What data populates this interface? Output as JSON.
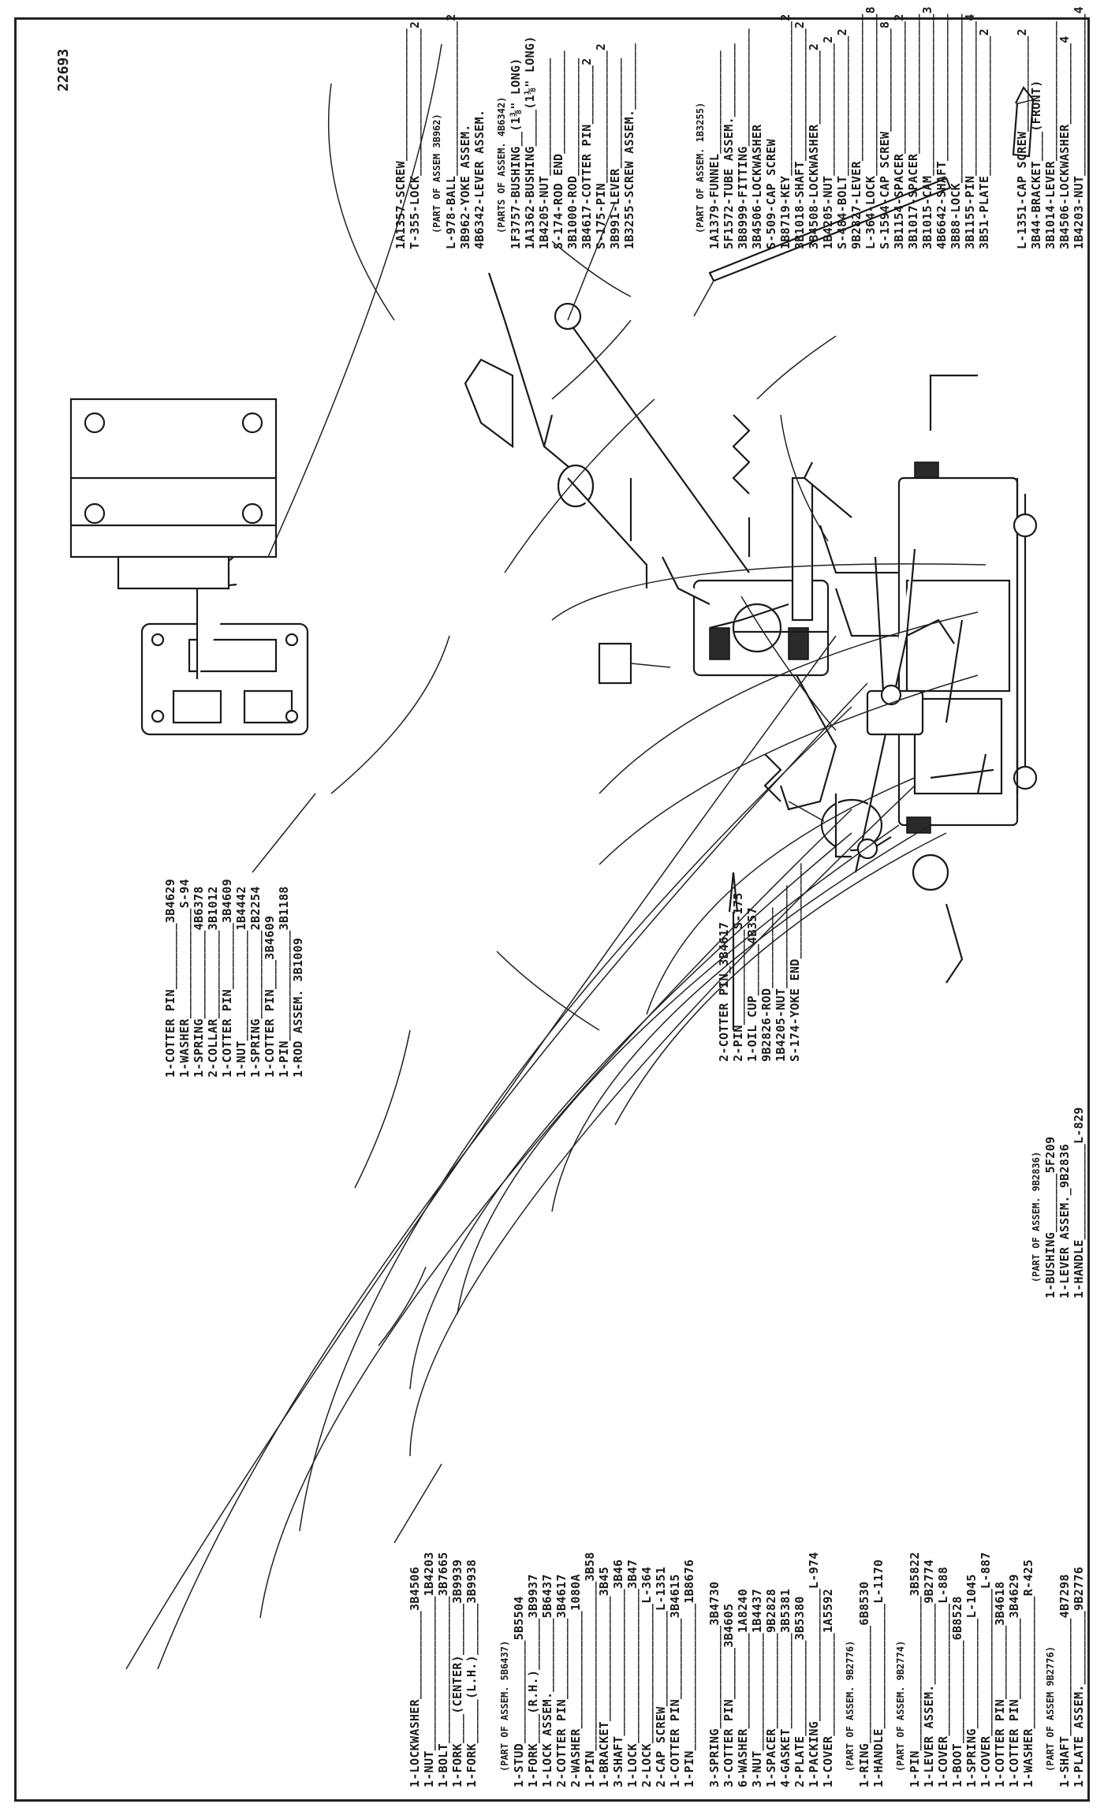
{
  "drawing_number": "22693",
  "left_group_a": [
    {
      "text": "1-PLATE ASSEM.__________9B2776"
    },
    {
      "text": "1-SHAFT________________4B7298"
    },
    {
      "note": "(PART OF ASSEM 9B2776)"
    }
  ],
  "left_group_b": [
    {
      "text": "1-WASHER__________________R-425"
    },
    {
      "text": "1-COTTER PIN___________3B4629"
    },
    {
      "text": "1-COTTER PIN__________3B4618"
    },
    {
      "text": "1-COVER____________________L-887"
    },
    {
      "text": "1-SPRING_______________L-1045"
    },
    {
      "text": "1-BOOT______________6B8528"
    },
    {
      "text": "1-COVER__________________L-888"
    },
    {
      "text": "1-LEVER ASSEM.___________9B2774"
    },
    {
      "text": "1-PIN_____________________3B5822"
    },
    {
      "note": "(PART OF ASSEM. 9B2774)"
    }
  ],
  "left_group_c": [
    {
      "text": "1-HANDLE_________________L-1170"
    },
    {
      "text": "1-RING________________6B8530"
    },
    {
      "note": "(PART OF ASSEM. 9B2776)"
    }
  ],
  "left_group_d": [
    {
      "text": "1-COVER______________1A5592"
    },
    {
      "text": "1-PACKING__________________L-974"
    },
    {
      "text": "2-PLATE_____________3B5380"
    },
    {
      "text": "4-GASKET_____________3B5381"
    },
    {
      "text": "1-SPACER_____________9B2828"
    },
    {
      "text": "3-NUT________________1B4437"
    },
    {
      "text": "6-WASHER_____________1A8240"
    },
    {
      "text": "3-COTTER PIN_______3B4605"
    },
    {
      "text": "3-SPRING______________3B4730"
    }
  ],
  "left_group_e": [
    {
      "text": "1-PIN____________________1B8676"
    },
    {
      "text": "1-COTTER PIN___________3B4615"
    },
    {
      "text": "2-CAP SCREW_____________L-1351"
    },
    {
      "text": "2-LOCK___________________L-364"
    },
    {
      "text": "1-LOCK_____________________3B47"
    },
    {
      "text": "3-SHAFT____________________3B46"
    },
    {
      "text": "1-BRACKET_________________3B45"
    },
    {
      "text": "1-PIN_______________________3B58"
    },
    {
      "text": "2-WASHER________________1080A"
    },
    {
      "text": "2-COTTER PIN___________3B4617"
    },
    {
      "text": "1-LOCK ASSEM.__________5B6437"
    },
    {
      "text": "1-FORK____(R.H.)_______3B9937"
    },
    {
      "text": "1-STUD______________5B5504"
    },
    {
      "note": "(PART OF ASSEM. 5B6437)"
    }
  ],
  "left_group_f": [
    {
      "text": "1-FORK______(L.H.)_______3B9938"
    },
    {
      "text": "1-FORK____(CENTER)_______3B9939"
    },
    {
      "text": "1-BOLT____________________3B7665"
    },
    {
      "text": "1-NUT_____________________1B4203"
    },
    {
      "text": "1-LOCKWASHER____________3B4506"
    }
  ],
  "handle_group": [
    {
      "text": "1-HANDLE_____________L-829"
    },
    {
      "text": "1-LEVER ASSEM._9B2836"
    },
    {
      "text": "1-BUSHING________5F209"
    },
    {
      "note": "(PART OF ASSEM. 9B2836)"
    }
  ],
  "yoke_group": [
    {
      "text": "S-174-YOKE END_____________"
    },
    {
      "text": "1B4205-NUT______________"
    },
    {
      "text": "9B2826-ROD___________"
    },
    {
      "text": "1-OIL CUP_______4B357"
    },
    {
      "text": "2-PIN_____________S-175"
    },
    {
      "text": "2-COTTER PIN_3B4617"
    }
  ],
  "rod_group": [
    {
      "text": "1-ROD ASSEM. 3B1009"
    },
    {
      "text": "1-PIN_______________3B1188"
    },
    {
      "text": "1-COTTER PIN____3B4609"
    },
    {
      "text": "1-SPRING____________2B2254"
    },
    {
      "text": "1-NUT_______________1B4442"
    },
    {
      "text": "1-COTTER PIN_________3B4609"
    },
    {
      "text": "2-COLLAR____________3B1012"
    },
    {
      "text": "1-SPRING____________4B6378"
    },
    {
      "text": "1-WASHER_______________S-94"
    },
    {
      "text": "1-COTTER PIN_________3B4629"
    }
  ],
  "right_group_a": [
    {
      "text": "1B4203-NUT______________________4"
    },
    {
      "text": "3B4506-LOCKWASHER___________4"
    },
    {
      "text": "3B1014-LEVER___________________"
    },
    {
      "text": "3B44-BRACKET____(FRONT)"
    },
    {
      "text": "L-1351-CAP SCREW_____________2"
    }
  ],
  "right_group_b": [
    {
      "text": "3B51-PLATE___________________2"
    },
    {
      "text": "3B1155-PIN_____________________4"
    },
    {
      "text": "3B88-LOCK_______________________"
    },
    {
      "text": "4B6642-SHAFT____________________"
    },
    {
      "text": "3B1015-CAM______________________3"
    },
    {
      "text": "3B1017-SPACER___________________"
    },
    {
      "text": "3B1154-SPACER__________________2"
    },
    {
      "text": "S-1594-CAP SCREW______________8"
    },
    {
      "text": "L-364-LOCK______________________8"
    }
  ],
  "right_group_c": [
    {
      "text": "9B2827-LEVER____________________"
    },
    {
      "text": "S-484-BOLT___________________2"
    },
    {
      "text": "1B4205-NUT__________________2"
    },
    {
      "text": "3B4508-LOCKWASHER__________2"
    },
    {
      "text": "3B1018-SHAFT__________________2"
    },
    {
      "text": "1B8719-KEY_____________________2"
    },
    {
      "text": "S-509-CAP SCREW"
    },
    {
      "text": "3B4506-LOCKWASHER"
    },
    {
      "text": "3B8999-FITTING________________"
    },
    {
      "text": "5F1572-TUBE ASSEM.__________"
    },
    {
      "text": "1A1379-FUNNEL______________"
    },
    {
      "note": "(PART OF ASSEM. 1B3255)"
    }
  ],
  "right_group_d": [
    {
      "text": "1B3255-SCREW ASSEM._________"
    },
    {
      "text": "3B991-LEVER_______________"
    },
    {
      "text": "S-175-PIN__________________2"
    },
    {
      "text": "3B4617-COTTER PIN________2"
    },
    {
      "text": "3B1000-ROD________________"
    },
    {
      "text": "S-174-ROD END______________"
    },
    {
      "text": "1B4205-NUT________________"
    },
    {
      "text": "1A1362-BUSHING_____(1⅛\" LONG)"
    },
    {
      "text": "1F3757-BUSHING__(1⅜\" LONG)"
    },
    {
      "note": "(PARTS OF ASSEM. 4B6342)"
    }
  ],
  "right_group_e": [
    {
      "text": "4B6342-LEVER ASSEM."
    },
    {
      "text": "3B962-YOKE ASSEM."
    },
    {
      "text": "L-978-BALL_____________________2"
    },
    {
      "note": "(PART OF ASSEM 3B962)"
    }
  ],
  "right_group_f": [
    {
      "text": "T-355-LOCK____________________2"
    },
    {
      "text": "1A1357-SCREW__________________"
    }
  ]
}
